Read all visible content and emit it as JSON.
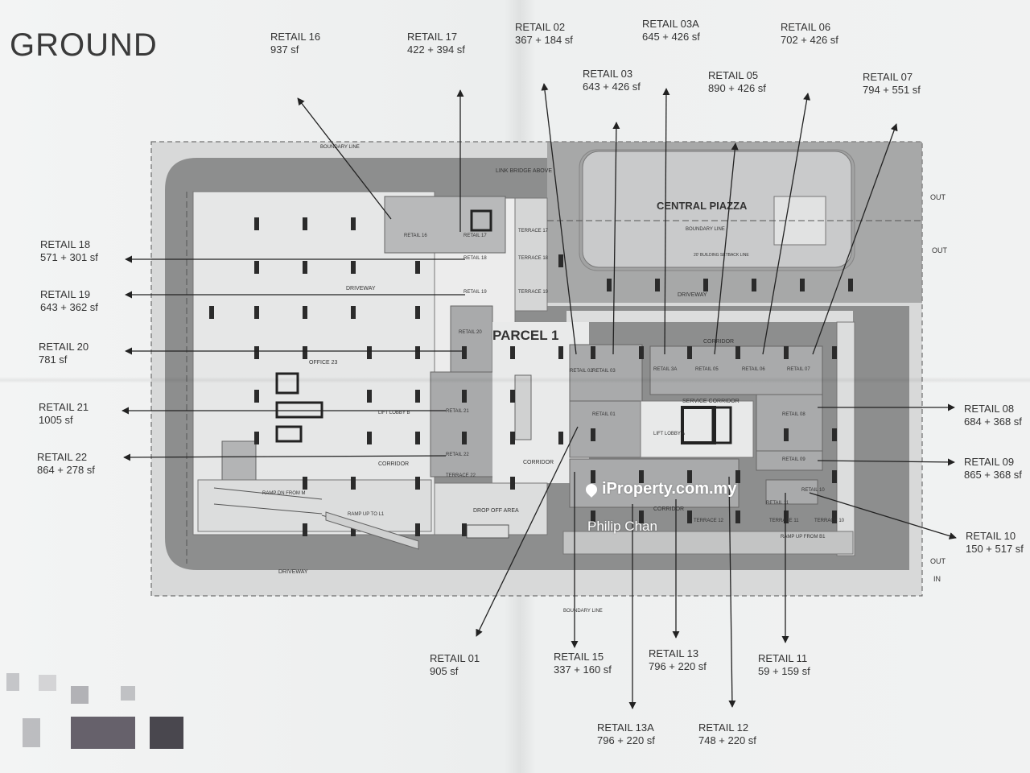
{
  "title": "GROUND",
  "plan": {
    "central_piazza": "CENTRAL PIAZZA",
    "parcel": "PARCEL 1",
    "link_bridge": "LINK BRIDGE ABOVE",
    "office": "OFFICE 23",
    "driveway": "DRIVEWAY",
    "corridor": "CORRIDOR",
    "service_corridor": "SERVICE CORRIDOR",
    "drop_off": "DROP OFF AREA",
    "lift_lobby_a": "LIFT LOBBY A",
    "lift_lobby_b": "LIFT LOBBY B",
    "ramp_up_l1": "RAMP UP TO L1",
    "ramp_dn": "RAMP DN FROM M",
    "ramp_up_b1": "RAMP UP FROM B1",
    "boundary_line": "BOUNDARY LINE",
    "setback_line": "20' BUILDING SETBACK LINE",
    "out1": "OUT",
    "out2": "OUT",
    "out3": "OUT",
    "in": "IN",
    "unit_labels": [
      "RETAIL 16",
      "RETAIL 17",
      "RETAIL 18",
      "RETAIL 19",
      "RETAIL 20",
      "RETAIL 21",
      "RETAIL 22",
      "TERRACE 22",
      "RETAIL 01",
      "RETAIL 02",
      "RETAIL 03",
      "RETAIL 3A",
      "RETAIL 05",
      "RETAIL 06",
      "RETAIL 07",
      "RETAIL 08",
      "RETAIL 09",
      "RETAIL 10",
      "RETAIL 11",
      "TERRACE 12",
      "TERRACE 11",
      "TERRACE 10",
      "TERRACE 17",
      "TERRACE 18",
      "TERRACE 19"
    ]
  },
  "retail_labels": [
    {
      "name": "RETAIL 16",
      "area": "937 sf"
    },
    {
      "name": "RETAIL 17",
      "area": "422 + 394 sf"
    },
    {
      "name": "RETAIL 02",
      "area": "367 + 184 sf"
    },
    {
      "name": "RETAIL 03A",
      "area": "645 + 426 sf"
    },
    {
      "name": "RETAIL 06",
      "area": "702 + 426 sf"
    },
    {
      "name": "RETAIL 03",
      "area": "643 + 426 sf"
    },
    {
      "name": "RETAIL 05",
      "area": "890 + 426 sf"
    },
    {
      "name": "RETAIL 07",
      "area": "794 + 551 sf"
    },
    {
      "name": "RETAIL 18",
      "area": "571 + 301 sf"
    },
    {
      "name": "RETAIL 19",
      "area": "643 + 362 sf"
    },
    {
      "name": "RETAIL 20",
      "area": "781 sf"
    },
    {
      "name": "RETAIL 21",
      "area": "1005 sf"
    },
    {
      "name": "RETAIL 22",
      "area": "864 + 278 sf"
    },
    {
      "name": "RETAIL 08",
      "area": "684 + 368 sf"
    },
    {
      "name": "RETAIL 09",
      "area": "865 + 368 sf"
    },
    {
      "name": "RETAIL 10",
      "area": "150 + 517 sf"
    },
    {
      "name": "RETAIL 01",
      "area": "905 sf"
    },
    {
      "name": "RETAIL 15",
      "area": "337 + 160 sf"
    },
    {
      "name": "RETAIL 13",
      "area": "796 + 220 sf"
    },
    {
      "name": "RETAIL 11",
      "area": "59 + 159 sf"
    },
    {
      "name": "RETAIL 13A",
      "area": "796 + 220 sf"
    },
    {
      "name": "RETAIL 12",
      "area": "748 + 220 sf"
    }
  ],
  "watermark": {
    "brand": "iProperty.com.my",
    "agent": "Philip Chan"
  }
}
